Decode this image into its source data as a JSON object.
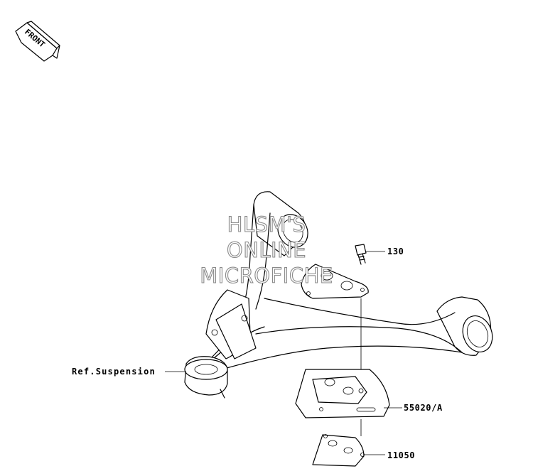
{
  "front_badge": {
    "text": "FRONT"
  },
  "watermark": {
    "line1": "HLSM'S",
    "line2": "ONLINE",
    "line3": "MICROFICHE"
  },
  "callouts": {
    "ref_suspension": "Ref.Suspension",
    "bolt": "130",
    "guard": "55020/A",
    "plate": "11050"
  }
}
